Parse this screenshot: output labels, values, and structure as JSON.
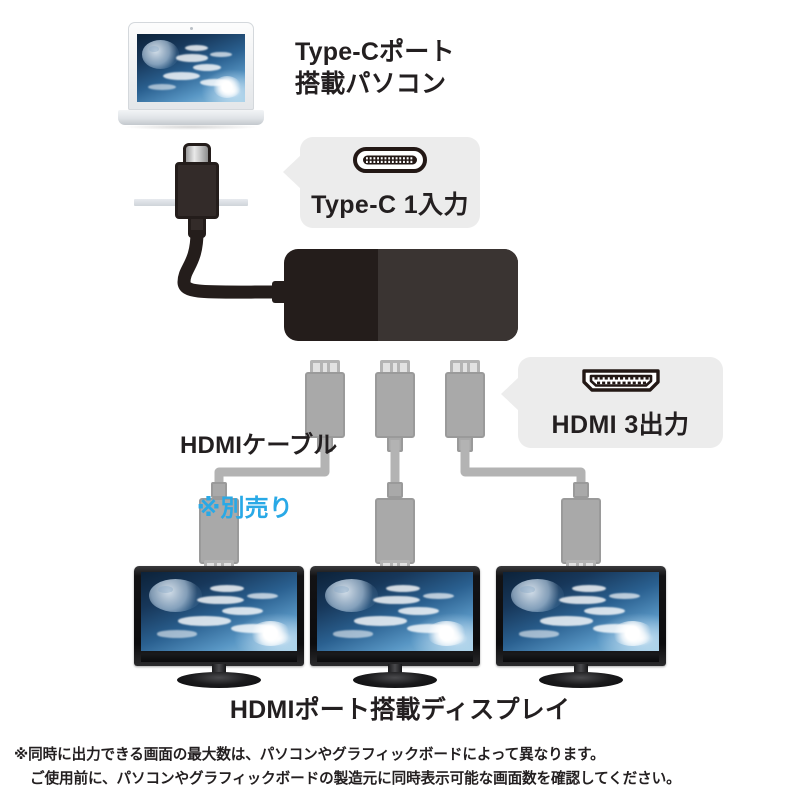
{
  "diagram": {
    "title_context": "USB Type-C to HDMI 3-output adapter connection diagram",
    "laptop_label": "Type-Cポート\n搭載パソコン",
    "monitors_label": "HDMIポート搭載ディスプレイ",
    "cable_label": {
      "main": "HDMIケーブル",
      "sub": "※別売り",
      "sub_color": "#29a9e6"
    },
    "callouts": [
      {
        "id": "typec",
        "icon": "usb-type-c-port-icon",
        "text": "Type-C 1入力",
        "bubble_color": "#ececec"
      },
      {
        "id": "hdmi",
        "icon": "hdmi-port-icon",
        "text": "HDMI 3出力",
        "bubble_color": "#ececec"
      }
    ],
    "footnote": {
      "line1": "※同時に出力できる画面の最大数は、パソコンやグラフィックボードによって異なります。",
      "line2": "ご使用前に、パソコンやグラフィックボードの製造元に同時表示可能な画面数を確認してください。"
    },
    "devices": {
      "laptop_count": 1,
      "adapter_count": 1,
      "hdmi_output_count": 3,
      "monitor_count": 3
    },
    "colors": {
      "background": "#ffffff",
      "text": "#231f20",
      "accent_blue": "#29a9e6",
      "bubble_gray": "#ececec",
      "cable_gray": "#b3b3b3",
      "connector_gray": "#a9a9a9",
      "adapter_dark": "#241d1b",
      "adapter_face": "#3a3432"
    }
  }
}
